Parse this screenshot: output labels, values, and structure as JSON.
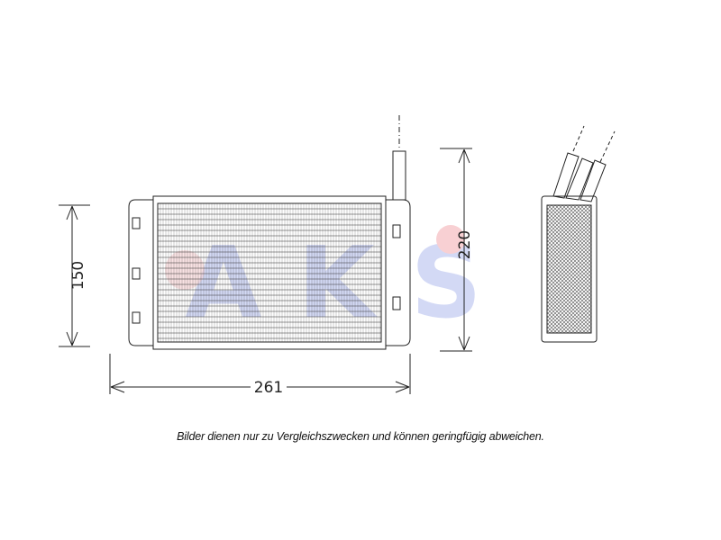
{
  "dimensions": {
    "width": "261",
    "height": "150",
    "depth": "220"
  },
  "watermark": {
    "text": "AKS"
  },
  "caption": "Bilder dienen nur zu Vergleichszwecken und können geringfügig abweichen.",
  "colors": {
    "line": "#222222",
    "watermark_blue": "#3b55d6",
    "watermark_red": "#e0303a"
  }
}
